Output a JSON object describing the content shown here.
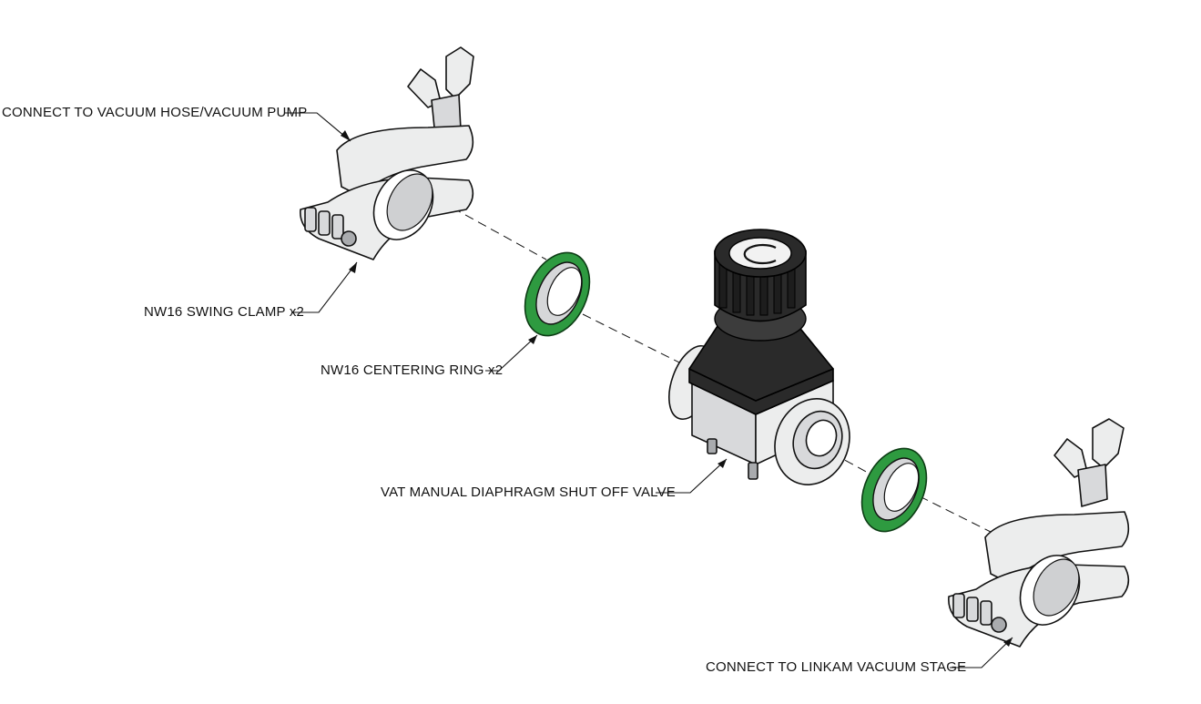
{
  "labels": {
    "vacuum_pump": "CONNECT TO VACUUM HOSE/VACUUM PUMP",
    "swing_clamp": "NW16 SWING CLAMP x2",
    "centering_ring": "NW16 CENTERING RING x2",
    "valve": "VAT MANUAL DIAPHRAGM SHUT OFF VALVE",
    "linkam_stage": "CONNECT TO LINKAM VACUUM STAGE"
  },
  "colors": {
    "centering_ring": "#2e9a40",
    "valve_body": "#2a2a2a",
    "metal": "#d8d9db"
  }
}
